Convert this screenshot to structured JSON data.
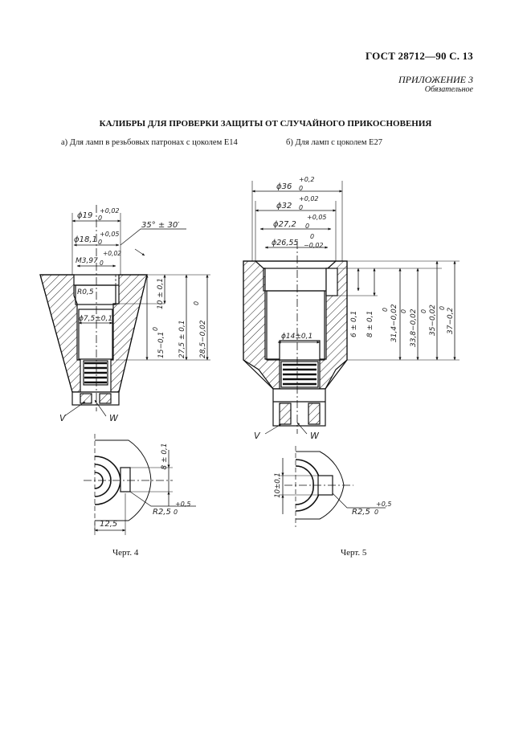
{
  "header": {
    "standard": "ГОСТ 28712—90 С. 13",
    "appendix": "ПРИЛОЖЕНИЕ 3",
    "appendix_status": "Обязательное"
  },
  "title": "КАЛИБРЫ ДЛЯ ПРОВЕРКИ ЗАЩИТЫ ОТ СЛУЧАЙНОГО ПРИКОСНОВЕНИЯ",
  "subtitles": {
    "left": "а)  Для ламп в резьбовых патронах с цоколем Е14",
    "right": "б)  Для ламп с цоколем Е27"
  },
  "drawing_left": {
    "d1": "ϕ19",
    "d1_tol_upper": "+0,02",
    "d1_tol_lower": "0",
    "d2": "ϕ18,1",
    "d2_tol_upper": "+0,05",
    "d2_tol_lower": "0",
    "thread": "М3,97",
    "thread_tol_upper": "+0,02",
    "thread_tol_lower": "0",
    "angle": "35° ± 30′",
    "radius": "R0,5",
    "bore": "ϕ7,5±0,1",
    "h1": "10 ± 0,1",
    "h2_upper": "0",
    "h2": "15−0,1",
    "h3": "27,5 ± 0,1",
    "h4_upper": "0",
    "h4": "28,5−0,02",
    "label_v": "V",
    "label_w": "W",
    "slot_h": "8 ± 0,1",
    "slot_r": "R2,5",
    "slot_r_tol_upper": "+0,5",
    "slot_r_tol_lower": "0",
    "slot_w": "12,5",
    "caption": "Черт. 4"
  },
  "drawing_right": {
    "d1": "ϕ36",
    "d1_tol_upper": "+0,2",
    "d1_tol_lower": "0",
    "d2": "ϕ32",
    "d2_tol_upper": "+0,02",
    "d2_tol_lower": "0",
    "d3": "ϕ27,2",
    "d3_tol_upper": "+0,05",
    "d3_tol_lower": "0",
    "d4": "ϕ26,55",
    "d4_tol_upper": "0",
    "d4_tol_lower": "−0,02",
    "bore": "ϕ14±0,1",
    "h1": "6 ± 0,1",
    "h2": "8 ± 0,1",
    "h3_upper": "0",
    "h3": "31,4−0,02",
    "h4_upper": "0",
    "h4": "33,8−0,02",
    "h5_upper": "0",
    "h5": "35−0,02",
    "h6_upper": "0",
    "h6": "37−0,2",
    "label_v": "V",
    "label_w": "W",
    "slot_h": "10±0,1",
    "slot_r": "R2,5",
    "slot_r_tol_upper": "+0,5",
    "slot_r_tol_lower": "0",
    "caption": "Черт. 5"
  }
}
